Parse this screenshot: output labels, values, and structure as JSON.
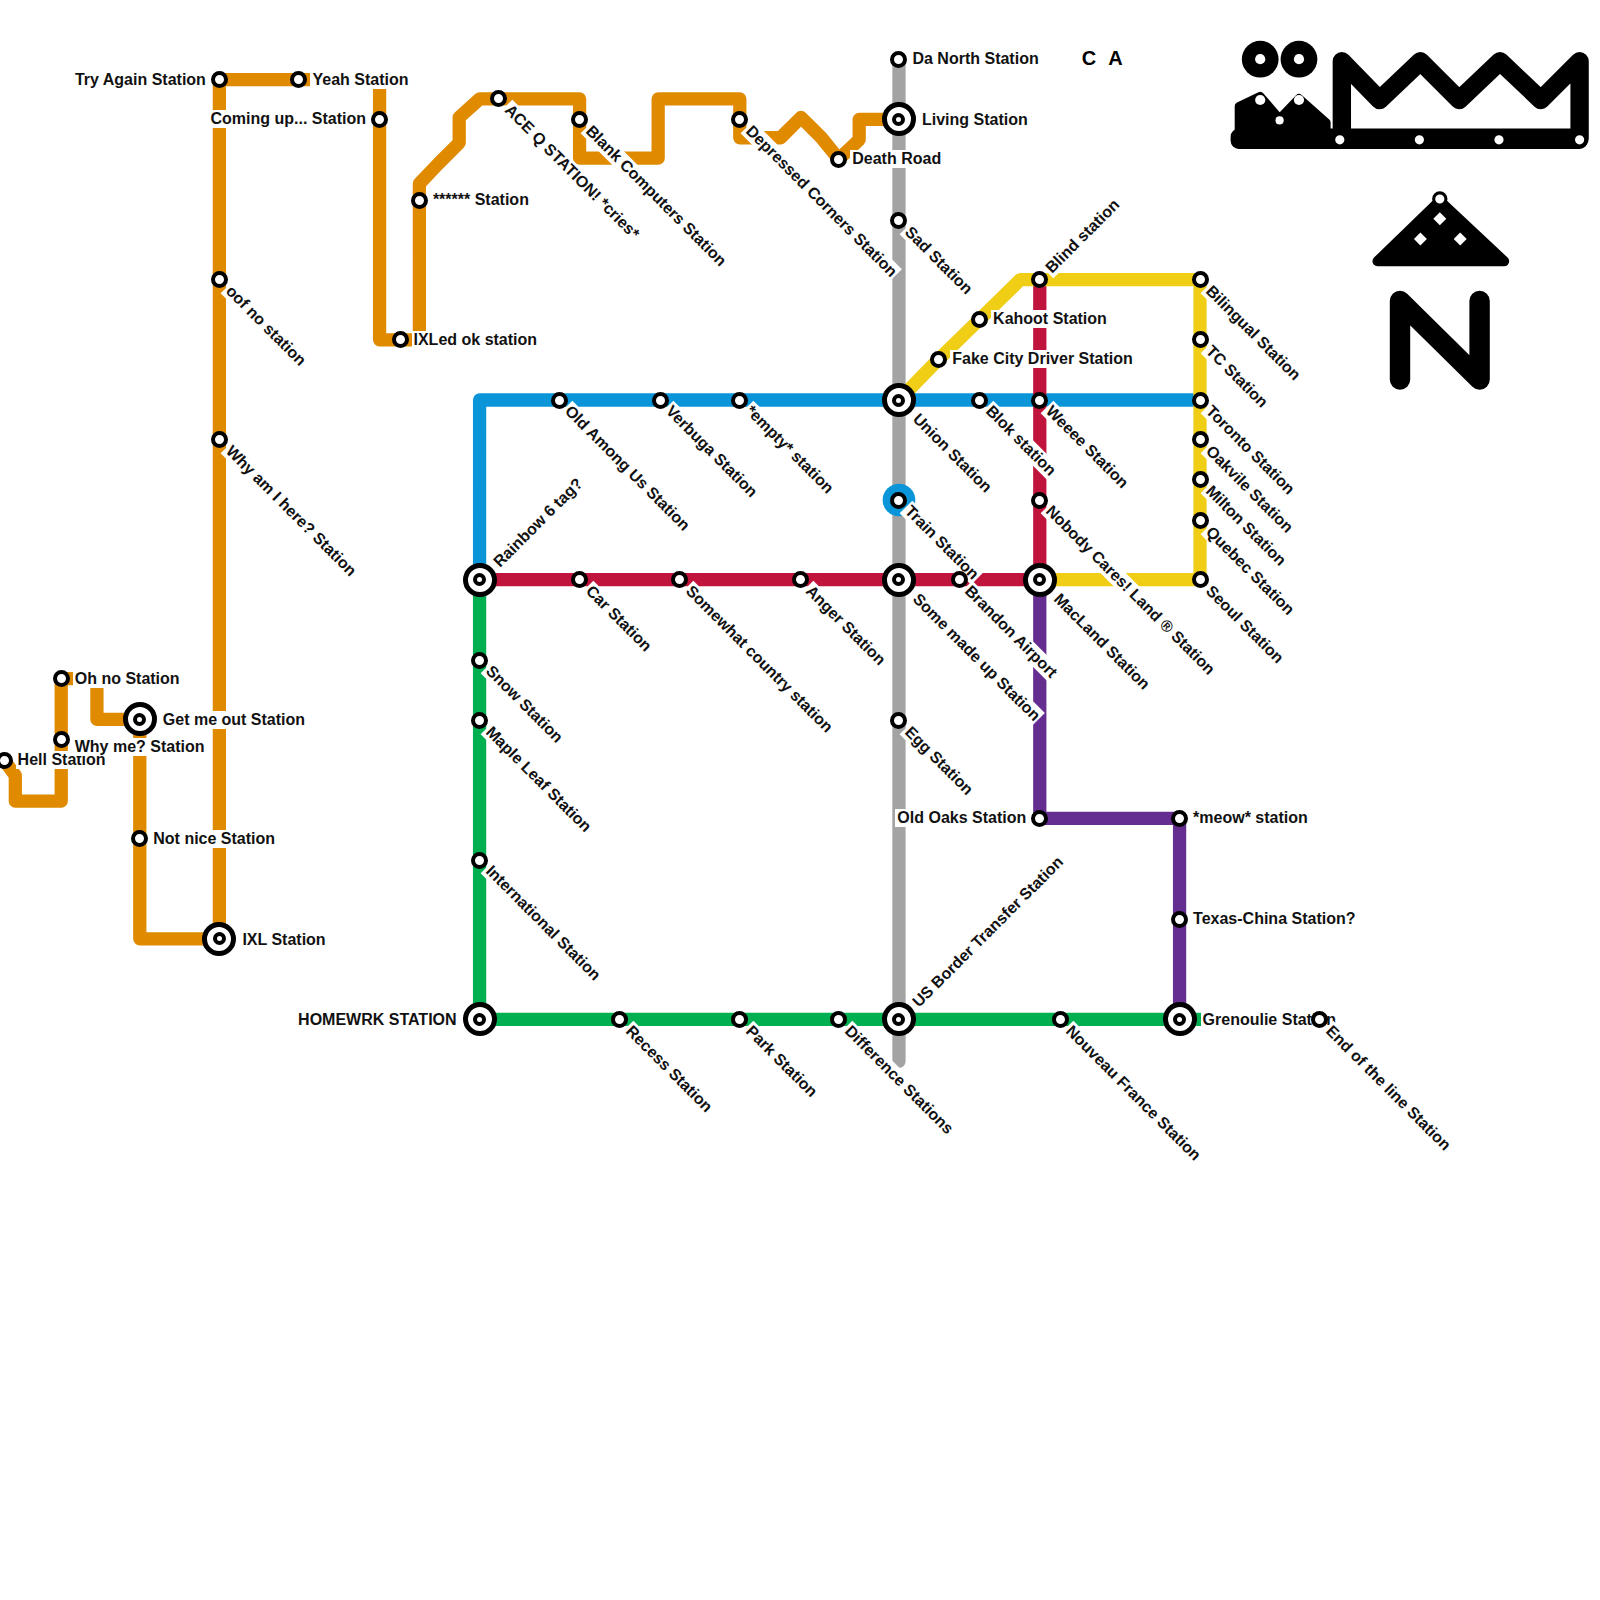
{
  "diagram": {
    "nodes": [
      {
        "text": [
          "Hell Station"
        ]
      },
      {
        "text": [
          "Why me? Station"
        ]
      },
      {
        "text": [
          "Oh no Station"
        ]
      },
      {
        "text": [
          "Get me out Station"
        ]
      },
      {
        "text": [
          "Not nice Station"
        ]
      },
      {
        "text": [
          "IXL Station"
        ]
      },
      {
        "text": [
          "Why am I here? Station"
        ]
      },
      {
        "text": [
          "oof no station"
        ]
      },
      {
        "text": [
          "Try Again Station"
        ]
      },
      {
        "text": [
          "Yeah Station"
        ]
      },
      {
        "text": [
          "Coming up... Station"
        ]
      },
      {
        "text": [
          "IXLed ok station"
        ]
      },
      {
        "text": [
          "****** Station"
        ]
      },
      {
        "text": [
          "ACE Q STATION! *cries*"
        ]
      },
      {
        "text": [
          "Blank Computers Station"
        ]
      },
      {
        "text": [
          "Depressed Corners Station"
        ]
      },
      {
        "text": [
          "Death Road"
        ]
      },
      {
        "text": [
          "Living Station"
        ]
      },
      {
        "text": [
          "Da North Station"
        ]
      },
      {
        "text": [
          "Sad Station"
        ]
      },
      {
        "text": [
          "Union Station"
        ]
      },
      {
        "text": [
          "Train Station"
        ]
      },
      {
        "text": [
          "Some made up Station"
        ]
      },
      {
        "text": [
          "Egg Station"
        ]
      },
      {
        "text": [
          "US Border Transfer Station"
        ]
      },
      {
        "text": [
          "Rainbow 6 tag?"
        ]
      },
      {
        "text": [
          "Old Among Us Station"
        ]
      },
      {
        "text": [
          "Verbuga Station"
        ]
      },
      {
        "text": [
          "*empty* station"
        ]
      },
      {
        "text": [
          "Blok station"
        ]
      },
      {
        "text": [
          "Weeee Station"
        ]
      },
      {
        "text": [
          "Toronto Station"
        ]
      },
      {
        "text": [
          "Car Station"
        ]
      },
      {
        "text": [
          "Somewhat country station"
        ]
      },
      {
        "text": [
          "Anger Station"
        ]
      },
      {
        "text": [
          "Brandon Airport"
        ]
      },
      {
        "text": [
          "MacLand Station"
        ]
      },
      {
        "text": [
          "Nobody Cares! Land ® Station"
        ]
      },
      {
        "text": [
          "Blind station"
        ]
      },
      {
        "text": [
          "Fake City Driver Station"
        ]
      },
      {
        "text": [
          "Kahoot Station"
        ]
      },
      {
        "text": [
          "Bilingual Station"
        ]
      },
      {
        "text": [
          "TC Station"
        ]
      },
      {
        "text": [
          "Oakvile Station"
        ]
      },
      {
        "text": [
          "Milton Station"
        ]
      },
      {
        "text": [
          "Quebec Station"
        ]
      },
      {
        "text": [
          "Seoul Station"
        ]
      },
      {
        "text": [
          "Old Oaks Station"
        ]
      },
      {
        "text": [
          "*meow* station"
        ]
      },
      {
        "text": [
          "Texas-China Station?"
        ]
      },
      {
        "text": [
          "Grenoulie Station"
        ]
      },
      {
        "text": [
          "Snow Station"
        ]
      },
      {
        "text": [
          "Maple Leaf Station"
        ]
      },
      {
        "text": [
          "International Station"
        ]
      },
      {
        "text": [
          "HOMEWRK STATION"
        ]
      },
      {
        "text": [
          "Recess Station"
        ]
      },
      {
        "text": [
          "Park Station"
        ]
      },
      {
        "text": [
          "Difference Stations"
        ]
      },
      {
        "text": [
          "Nouveau France Station"
        ]
      },
      {
        "text": [
          "End of the line Station"
        ]
      }
    ],
    "edges": [
      {
        "from": 0,
        "to": 1,
        "arrow": "none"
      },
      {
        "from": 1,
        "to": 2,
        "arrow": "none"
      },
      {
        "from": 2,
        "to": 3,
        "arrow": "none"
      },
      {
        "from": 3,
        "to": 4,
        "arrow": "none"
      },
      {
        "from": 4,
        "to": 5,
        "arrow": "none"
      },
      {
        "from": 5,
        "to": 6,
        "arrow": "none"
      },
      {
        "from": 6,
        "to": 7,
        "arrow": "none"
      },
      {
        "from": 7,
        "to": 8,
        "arrow": "none"
      },
      {
        "from": 8,
        "to": 9,
        "arrow": "none"
      },
      {
        "from": 9,
        "to": 10,
        "arrow": "none"
      },
      {
        "from": 10,
        "to": 11,
        "arrow": "none"
      },
      {
        "from": 11,
        "to": 12,
        "arrow": "none"
      },
      {
        "from": 12,
        "to": 13,
        "arrow": "none"
      },
      {
        "from": 13,
        "to": 14,
        "arrow": "none"
      },
      {
        "from": 14,
        "to": 15,
        "arrow": "none"
      },
      {
        "from": 15,
        "to": 16,
        "arrow": "none"
      },
      {
        "from": 16,
        "to": 17,
        "arrow": "none"
      },
      {
        "from": 18,
        "to": 17,
        "arrow": "none"
      },
      {
        "from": 17,
        "to": 19,
        "arrow": "none"
      },
      {
        "from": 19,
        "to": 20,
        "arrow": "none"
      },
      {
        "from": 20,
        "to": 21,
        "arrow": "none"
      },
      {
        "from": 21,
        "to": 22,
        "arrow": "none"
      },
      {
        "from": 22,
        "to": 23,
        "arrow": "none"
      },
      {
        "from": 23,
        "to": 24,
        "arrow": "none"
      },
      {
        "from": 25,
        "to": 26,
        "arrow": "none"
      },
      {
        "from": 26,
        "to": 27,
        "arrow": "none"
      },
      {
        "from": 27,
        "to": 28,
        "arrow": "none"
      },
      {
        "from": 28,
        "to": 20,
        "arrow": "none"
      },
      {
        "from": 20,
        "to": 29,
        "arrow": "none"
      },
      {
        "from": 29,
        "to": 30,
        "arrow": "none"
      },
      {
        "from": 30,
        "to": 31,
        "arrow": "none"
      },
      {
        "from": 25,
        "to": 32,
        "arrow": "none"
      },
      {
        "from": 32,
        "to": 33,
        "arrow": "none"
      },
      {
        "from": 33,
        "to": 34,
        "arrow": "none"
      },
      {
        "from": 34,
        "to": 22,
        "arrow": "none"
      },
      {
        "from": 22,
        "to": 35,
        "arrow": "none"
      },
      {
        "from": 35,
        "to": 36,
        "arrow": "none"
      },
      {
        "from": 36,
        "to": 37,
        "arrow": "none"
      },
      {
        "from": 37,
        "to": 30,
        "arrow": "none"
      },
      {
        "from": 30,
        "to": 38,
        "arrow": "none"
      },
      {
        "from": 20,
        "to": 39,
        "arrow": "none"
      },
      {
        "from": 39,
        "to": 40,
        "arrow": "none"
      },
      {
        "from": 40,
        "to": 38,
        "arrow": "none"
      },
      {
        "from": 38,
        "to": 41,
        "arrow": "none"
      },
      {
        "from": 41,
        "to": 42,
        "arrow": "none"
      },
      {
        "from": 42,
        "to": 31,
        "arrow": "none"
      },
      {
        "from": 31,
        "to": 43,
        "arrow": "none"
      },
      {
        "from": 43,
        "to": 44,
        "arrow": "none"
      },
      {
        "from": 44,
        "to": 45,
        "arrow": "none"
      },
      {
        "from": 45,
        "to": 46,
        "arrow": "none"
      },
      {
        "from": 46,
        "to": 36,
        "arrow": "none"
      },
      {
        "from": 36,
        "to": 47,
        "arrow": "none"
      },
      {
        "from": 47,
        "to": 48,
        "arrow": "none"
      },
      {
        "from": 48,
        "to": 49,
        "arrow": "none"
      },
      {
        "from": 49,
        "to": 50,
        "arrow": "none"
      },
      {
        "from": 25,
        "to": 51,
        "arrow": "none"
      },
      {
        "from": 51,
        "to": 52,
        "arrow": "none"
      },
      {
        "from": 52,
        "to": 53,
        "arrow": "none"
      },
      {
        "from": 53,
        "to": 54,
        "arrow": "none"
      },
      {
        "from": 54,
        "to": 55,
        "arrow": "none"
      },
      {
        "from": 55,
        "to": 56,
        "arrow": "none"
      },
      {
        "from": 56,
        "to": 57,
        "arrow": "none"
      },
      {
        "from": 57,
        "to": 24,
        "arrow": "none"
      },
      {
        "from": 24,
        "to": 58,
        "arrow": "none"
      },
      {
        "from": 58,
        "to": 50,
        "arrow": "none"
      },
      {
        "from": 50,
        "to": 59,
        "arrow": "none"
      }
    ],
    "labels": [
      "C",
      "A"
    ]
  }
}
